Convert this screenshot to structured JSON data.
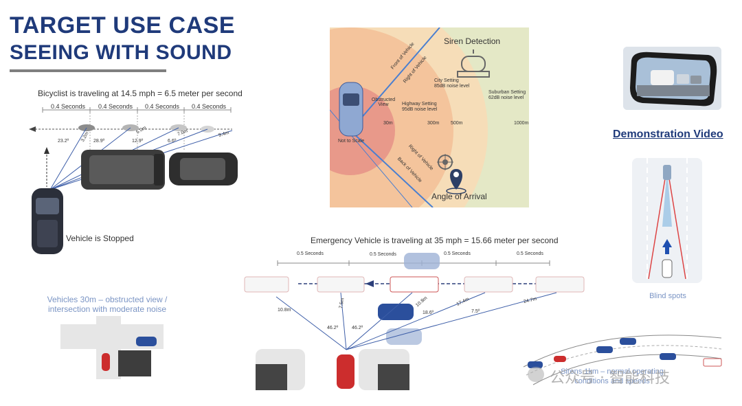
{
  "title": {
    "line1": "TARGET USE CASE",
    "line2": "SEEING WITH SOUND"
  },
  "bicycle_panel": {
    "heading": "Bicyclist is traveling at 14.5 mph = 6.5 meter per second",
    "intervals": [
      "0.4 Seconds",
      "0.4 Seconds",
      "0.4 Seconds",
      "0.4 Seconds"
    ],
    "angles": [
      "23.2º",
      "28.9º",
      "12.9º",
      "6.6º"
    ],
    "distances": [
      "3.2m",
      "5.0m",
      "7.0m",
      "9.4m"
    ],
    "vehicle_label": "Vehicle is Stopped"
  },
  "siren_panel": {
    "front_of_vehicle": "Front of Vehicle",
    "right_of_vehicle_top": "Right of Vehicle",
    "right_of_vehicle_bottom": "Right of Vehicle",
    "back_of_vehicle": "Back of Vehicle",
    "obstructed_view": "Obstructed View",
    "not_to_scale": "Not to Scale",
    "highway_setting": "Highway Setting",
    "highway_noise": "95dB noise level",
    "city_setting": "City Setting",
    "city_noise": "85dB noise level",
    "suburban_setting": "Suburban Setting",
    "suburban_noise": "62dB noise level",
    "ring_30": "30m",
    "ring_300": "300m",
    "ring_500": "500m",
    "ring_1000": "1000m",
    "siren_detection": "Siren Detection",
    "angle_of_arrival": "Angle of Arrival"
  },
  "demo": {
    "link": "Demonstration Video",
    "blind_spots": "Blind spots"
  },
  "intersection": {
    "caption_line1": "Vehicles 30m – obstructed view /",
    "caption_line2": "intersection with moderate noise"
  },
  "emergency_panel": {
    "heading": "Emergency Vehicle is traveling at 35 mph = 15.66 meter per second",
    "intervals": [
      "0.5 Seconds",
      "0.5 Seconds",
      "0.5 Seconds",
      "0.5 Seconds"
    ],
    "distances": [
      "10.8m",
      "7.5m",
      "10.8m",
      "17.4m",
      "24.7m"
    ],
    "angles": [
      "46.2º",
      "46.2º",
      "18.6º",
      "7.5º"
    ]
  },
  "highway_panel": {
    "caption_line1": "Sirens 1km – normal operating",
    "caption_line2": "conditions and speeds"
  },
  "watermark": "公众号 · 智能科技",
  "colors": {
    "title_blue": "#1f3a7a",
    "ring_inner": "#e8998a",
    "ring_mid": "#f4c49c",
    "ring_outer": "#f6ddb8",
    "ring_far": "#e4e8c6",
    "axis_blue": "#4a7fd0"
  }
}
